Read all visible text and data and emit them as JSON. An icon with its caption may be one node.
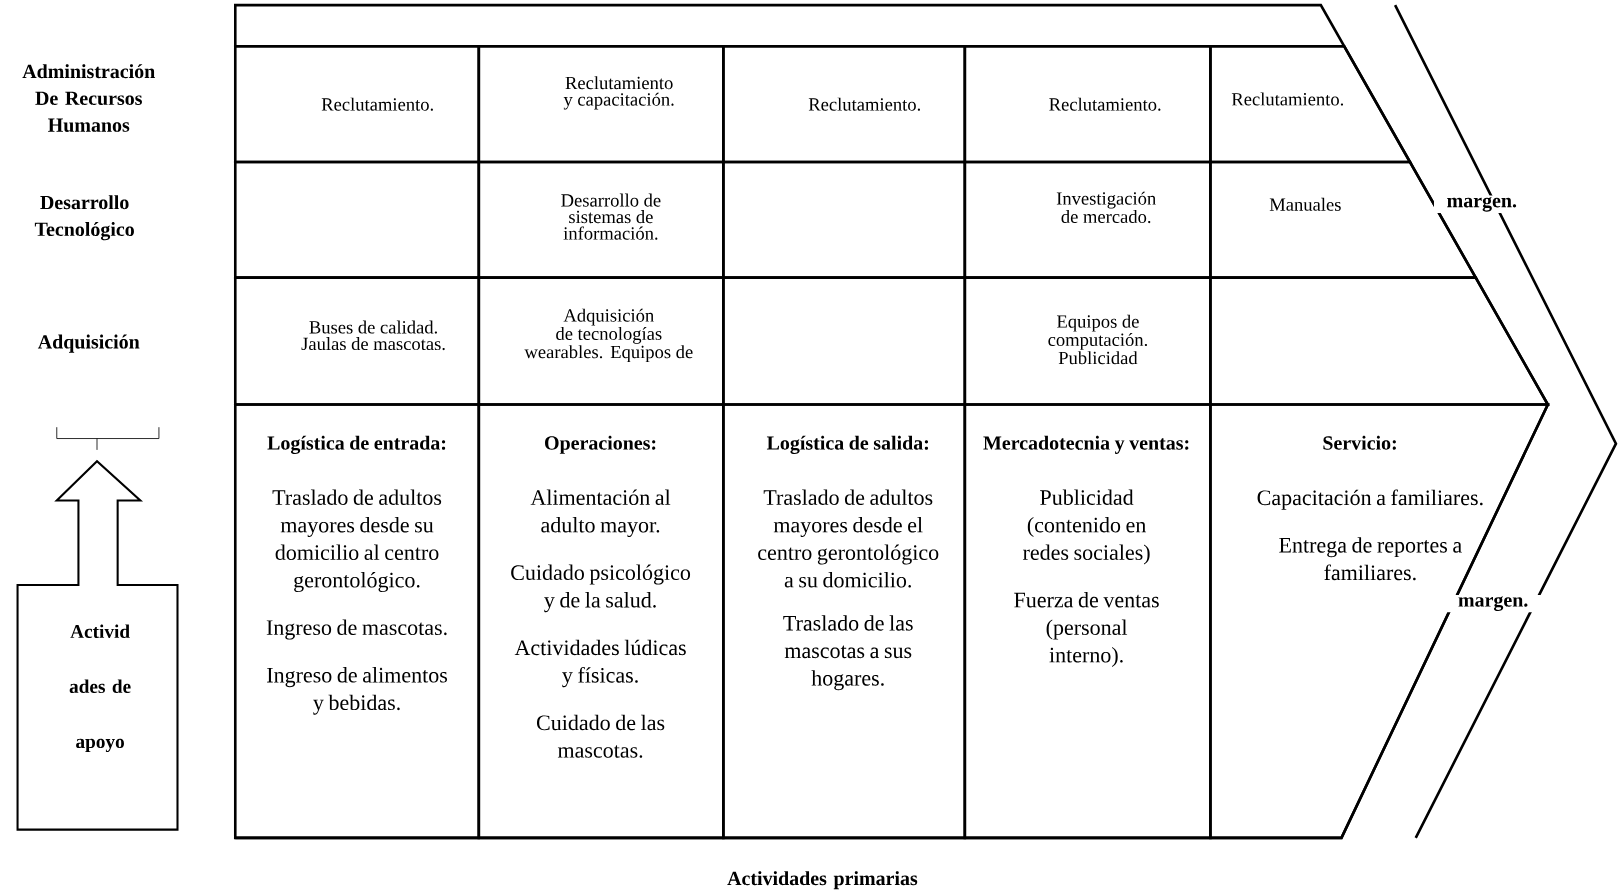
{
  "diagram": {
    "nodes": [
      {
        "text": [
          "Reclutamiento."
        ]
      },
      {
        "text": [
          "Reclutamiento y capacitación."
        ]
      },
      {
        "text": [
          "Reclutamiento."
        ]
      },
      {
        "text": [
          "Reclutamiento."
        ]
      },
      {
        "text": [
          "Reclutamiento."
        ]
      },
      {
        "text": [],
        "shape": "box"
      },
      {
        "text": [
          "Desarrollo de sistemas de información."
        ]
      },
      {
        "text": [],
        "shape": "box"
      },
      {
        "text": [
          "Investigación de mercado."
        ]
      },
      {
        "text": [
          "Manuales"
        ]
      },
      {
        "text": [
          "Buses de calidad. Jaulas de mascotas."
        ]
      },
      {
        "text": [
          "Adquisición de tecnologías wearables. Equipos de"
        ]
      },
      {
        "text": [],
        "shape": "box"
      },
      {
        "text": [
          "Equipos de computación. Publicidad"
        ]
      },
      {
        "text": [],
        "shape": "box"
      },
      {
        "text": [
          "Logística de entrada:",
          "Traslado de adultos mayores desde su domicilio al centro gerontológico.",
          "Ingreso de mascotas.",
          "Ingreso de alimentos y bebidas."
        ]
      },
      {
        "text": [
          "Operaciones:",
          "Alimentación al adulto mayor.",
          "Cuidado psicológico y de la salud.",
          "Actividades lúdicas y físicas.",
          "Cuidado de las mascotas."
        ]
      },
      {
        "text": [
          "Logística de salida:",
          "Traslado de adultos mayores desde el centro gerontológico a su domicilio.",
          "Traslado de las mascotas a sus hogares."
        ]
      },
      {
        "text": [
          "Mercadotecnia y ventas:",
          "Publicidad (contenido en redes sociales)",
          "Fuerza de ventas (personal interno)."
        ]
      },
      {
        "text": [
          "Servicio:",
          "Capacitación a familiares.",
          "Entrega de reportes a familiares."
        ]
      },
      {
        "text": [
          "Activid ades de apoyo"
        ]
      }
    ],
    "labels": [
      "Administración De Recursos Humanos",
      "Desarrollo Tecnológico",
      "Adquisición",
      "margen.",
      "margen.",
      "Actividades primarias"
    ]
  }
}
